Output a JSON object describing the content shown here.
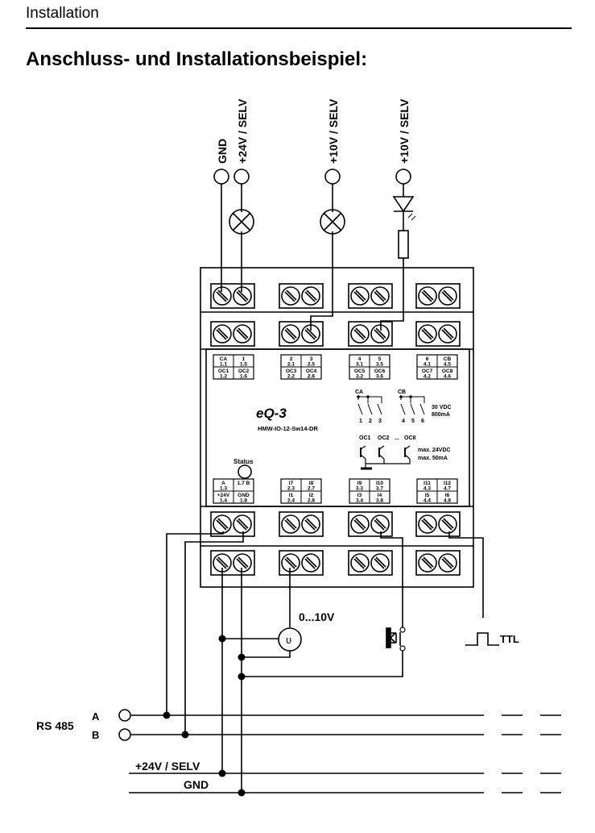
{
  "header": {
    "section": "Installation",
    "title": "Anschluss- und Installationsbeispiel:"
  },
  "top_supplies": [
    {
      "label": "GND",
      "load": "wire"
    },
    {
      "label": "+24V / SELV",
      "load": "lamp"
    },
    {
      "label": "+10V / SELV",
      "load": "lamp"
    },
    {
      "label": "+10V / SELV",
      "load": "led-with-resistor"
    }
  ],
  "device": {
    "brand": "eQ-3",
    "model": "HMW-IO-12-Sw14-DR",
    "status_label": "Status",
    "top_labels": [
      {
        "cells": [
          [
            "CA",
            "1.1"
          ],
          [
            "1",
            "1.5"
          ],
          [
            "OC1",
            "1.2"
          ],
          [
            "OC2",
            "1.6"
          ]
        ]
      },
      {
        "cells": [
          [
            "2",
            "2.1"
          ],
          [
            "3",
            "2.5"
          ],
          [
            "OC3",
            "2.2"
          ],
          [
            "OC4",
            "2.6"
          ]
        ]
      },
      {
        "cells": [
          [
            "4",
            "3.1"
          ],
          [
            "5",
            "3.5"
          ],
          [
            "OC5",
            "3.2"
          ],
          [
            "OC6",
            "3.6"
          ]
        ]
      },
      {
        "cells": [
          [
            "6",
            "4.1"
          ],
          [
            "CB",
            "4.5"
          ],
          [
            "OC7",
            "4.2"
          ],
          [
            "OC8",
            "4.6"
          ]
        ]
      }
    ],
    "bottom_labels": [
      {
        "cells": [
          [
            "A",
            "1.3"
          ],
          [
            "1.7  B",
            ""
          ],
          [
            "+24V",
            "1.4"
          ],
          [
            "GND",
            "1.8"
          ]
        ]
      },
      {
        "cells": [
          [
            "I7",
            "2.3"
          ],
          [
            "I8",
            "2.7"
          ],
          [
            "I1",
            "2.4"
          ],
          [
            "I2",
            "2.8"
          ]
        ]
      },
      {
        "cells": [
          [
            "I9",
            "3.3"
          ],
          [
            "I10",
            "3.7"
          ],
          [
            "I3",
            "3.4"
          ],
          [
            "I4",
            "3.8"
          ]
        ]
      },
      {
        "cells": [
          [
            "I11",
            "4.3"
          ],
          [
            "I12",
            "4.7"
          ],
          [
            "I5",
            "4.4"
          ],
          [
            "I6",
            "4.8"
          ]
        ]
      }
    ],
    "relay": {
      "group_a": "CA",
      "group_b": "CB",
      "contacts_a": [
        "1",
        "2",
        "3"
      ],
      "contacts_b": [
        "4",
        "5",
        "6"
      ],
      "rating_line1": "30 VDC",
      "rating_line2": "800mA"
    },
    "open_collector": {
      "labels": [
        "OC1",
        "OC2",
        "...",
        "OC8"
      ],
      "rating_line1": "max. 24VDC",
      "rating_line2": "max. 50mA"
    }
  },
  "bottom": {
    "analog_label": "0...10V",
    "analog_symbol": "υ",
    "ttl_label": "TTL",
    "rs485_label": "RS 485",
    "rs485_a": "A",
    "rs485_b": "B",
    "supply_label": "+24V / SELV",
    "gnd_label": "GND"
  }
}
